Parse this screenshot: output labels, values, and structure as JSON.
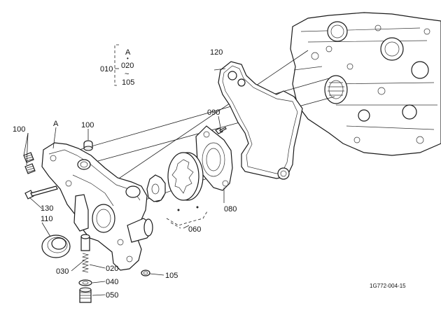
{
  "labels": {
    "l010": "010",
    "lA_top": "A",
    "l020_top": "020",
    "tilde": "~",
    "l105_top": "105",
    "l120": "120",
    "l100_left": "100",
    "lA": "A",
    "l100_right": "100",
    "l090": "090",
    "l130": "130",
    "l110": "110",
    "l080": "080",
    "l060": "060",
    "l030": "030",
    "l020": "020",
    "l105": "105",
    "l040": "040",
    "l050": "050",
    "figure_code": "1G772-004-15"
  }
}
